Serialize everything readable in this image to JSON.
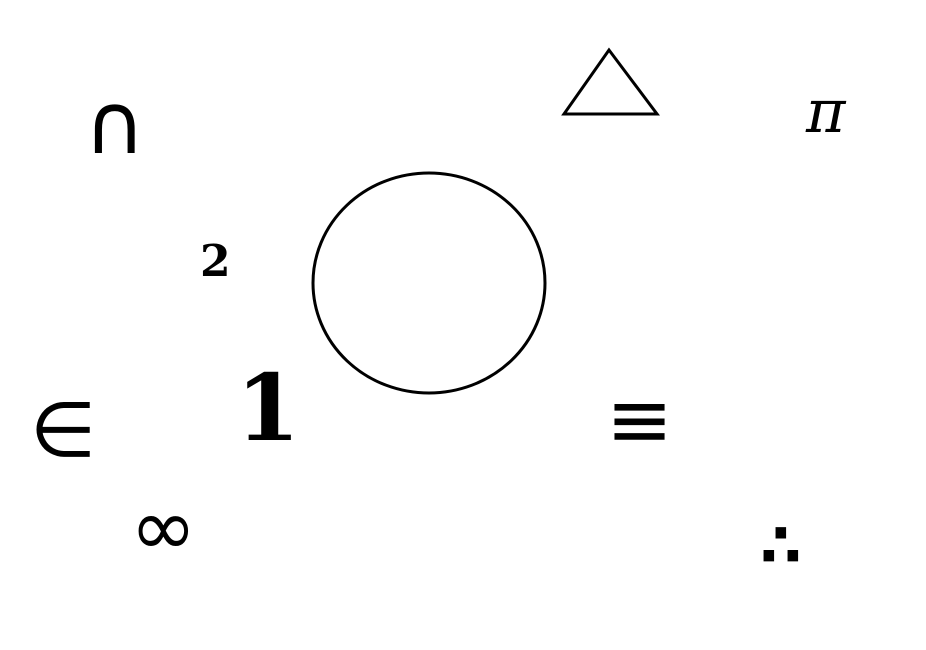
{
  "symbols": {
    "intersection": "∩",
    "pi": "π",
    "two": "2",
    "one": "1",
    "element_of": "∈",
    "equivalent": "≡",
    "infinity": "∞",
    "therefore": "∴"
  },
  "shapes": {
    "triangle": "triangle-outline",
    "circle": "circle-outline"
  },
  "colors": {
    "background": "#ffffff",
    "ink": "#000000"
  }
}
